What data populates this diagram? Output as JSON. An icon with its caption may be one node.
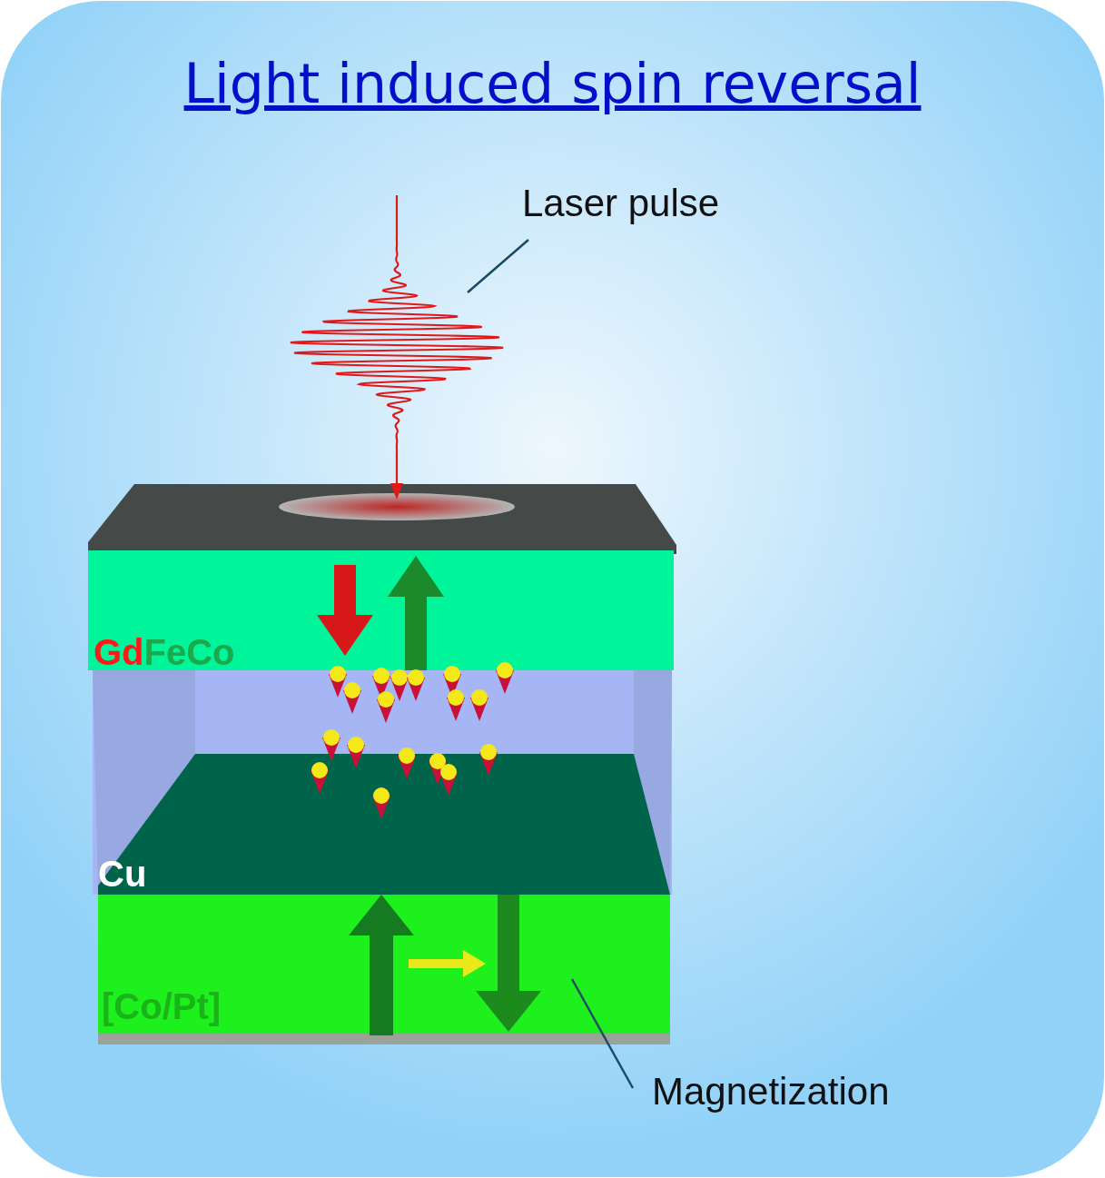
{
  "diagram": {
    "title": "Light induced spin reversal",
    "nodes": [
      {
        "text": [
          "Laser pulse"
        ]
      },
      {
        "text": [],
        "shape": "picture"
      },
      {
        "text": [
          "Magnetization"
        ]
      },
      {
        "text": [],
        "shape": "box"
      }
    ],
    "edges": [
      {
        "from": 0,
        "to": 1,
        "arrow": "none"
      },
      {
        "from": 2,
        "to": 3,
        "arrow": "none"
      }
    ],
    "labels": [
      "GdFeCo",
      "Cu",
      "[Co/Pt]"
    ]
  }
}
